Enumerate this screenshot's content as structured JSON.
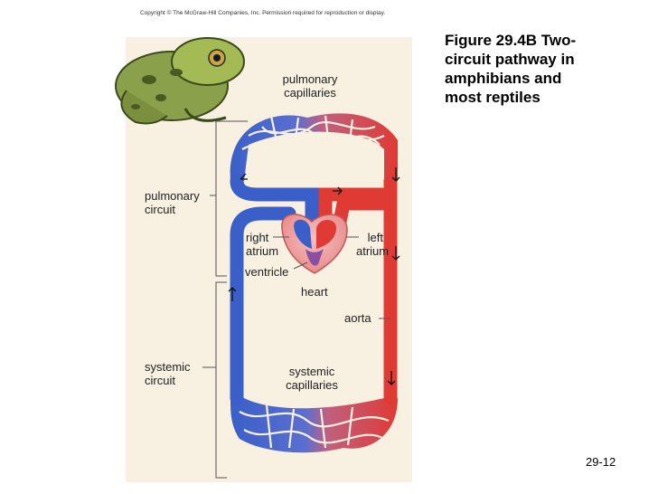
{
  "copyright": "Copyright © The McGraw-Hill Companies, Inc. Permission required for reproduction or display.",
  "figure_title_line1": "Figure 29.4B Two-",
  "figure_title_line2": "circuit pathway in",
  "figure_title_line3": "amphibians and",
  "figure_title_line4": "most reptiles",
  "slide_number": "29-12",
  "labels": {
    "pulmonary_capillaries_1": "pulmonary",
    "pulmonary_capillaries_2": "capillaries",
    "pulmonary_circuit_1": "pulmonary",
    "pulmonary_circuit_2": "circuit",
    "right_atrium_1": "right",
    "right_atrium_2": "atrium",
    "left_atrium_1": "left",
    "left_atrium_2": "atrium",
    "ventricle": "ventricle",
    "heart": "heart",
    "aorta": "aorta",
    "systemic_circuit_1": "systemic",
    "systemic_circuit_2": "circuit",
    "systemic_capillaries_1": "systemic",
    "systemic_capillaries_2": "capillaries"
  },
  "colors": {
    "oxygen_poor": "#3a5fc8",
    "oxygen_rich": "#e03a34",
    "panel_bg": "#f8f0e0"
  }
}
